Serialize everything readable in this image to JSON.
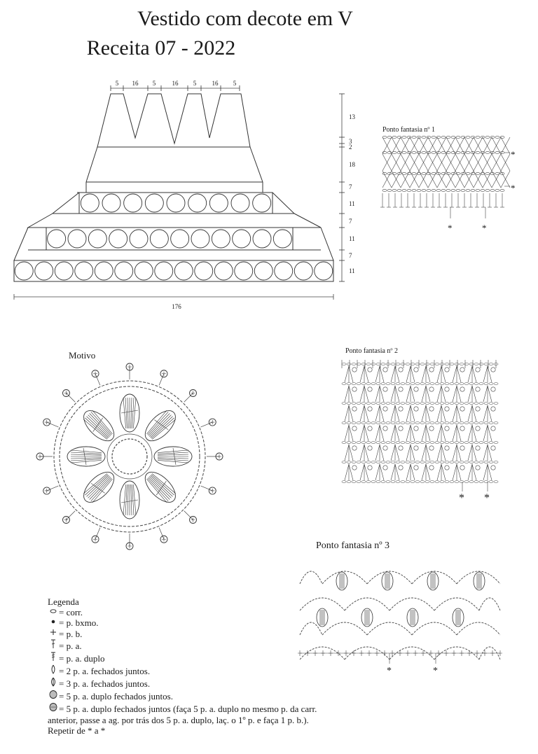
{
  "title": {
    "line1": "Vestido com decote em V",
    "line2": "Receita  07 - 2022"
  },
  "schematic": {
    "top_widths": [
      "5",
      "16",
      "5",
      "16",
      "5",
      "16",
      "5"
    ],
    "side_heights": [
      "13",
      "3",
      "2",
      "18",
      "7",
      "11",
      "7",
      "11",
      "7",
      "11"
    ],
    "bottom_width": "176",
    "circle_rows": [
      9,
      12,
      16
    ]
  },
  "charts": {
    "pf1": {
      "title": "Ponto fantasia nº 1",
      "marker": "*"
    },
    "pf2": {
      "title": "Ponto fantasia nº 2",
      "marker": "*"
    },
    "pf3": {
      "title": "Ponto fantasia nº 3",
      "marker": "*"
    }
  },
  "motivo": {
    "title": "Motivo",
    "petals": 8,
    "picots": 16
  },
  "legend": {
    "heading": "Legenda",
    "items": [
      {
        "icon": "oval-icon",
        "text": "= corr."
      },
      {
        "icon": "dot-icon",
        "text": "= p. bxmo."
      },
      {
        "icon": "plus-icon",
        "text": "= p. b."
      },
      {
        "icon": "tall-stitch-icon",
        "text": "= p. a."
      },
      {
        "icon": "double-stitch-icon",
        "text": "= p. a. duplo"
      },
      {
        "icon": "two-cluster-icon",
        "text": "= 2 p. a. fechados juntos."
      },
      {
        "icon": "three-cluster-icon",
        "text": "= 3 p. a. fechados juntos."
      },
      {
        "icon": "five-cluster-icon",
        "text": "= 5 p. a. duplo fechados juntos."
      },
      {
        "icon": "five-cluster-bar-icon",
        "text": "= 5 p. a. duplo fechados juntos (faça 5 p. a. duplo no mesmo p. da carr."
      }
    ],
    "continuation": "anterior, passe a ag. por trás dos 5 p. a. duplo, laç. o 1º p. e faça 1 p. b.).",
    "repeat": "Repetir de * a *"
  }
}
